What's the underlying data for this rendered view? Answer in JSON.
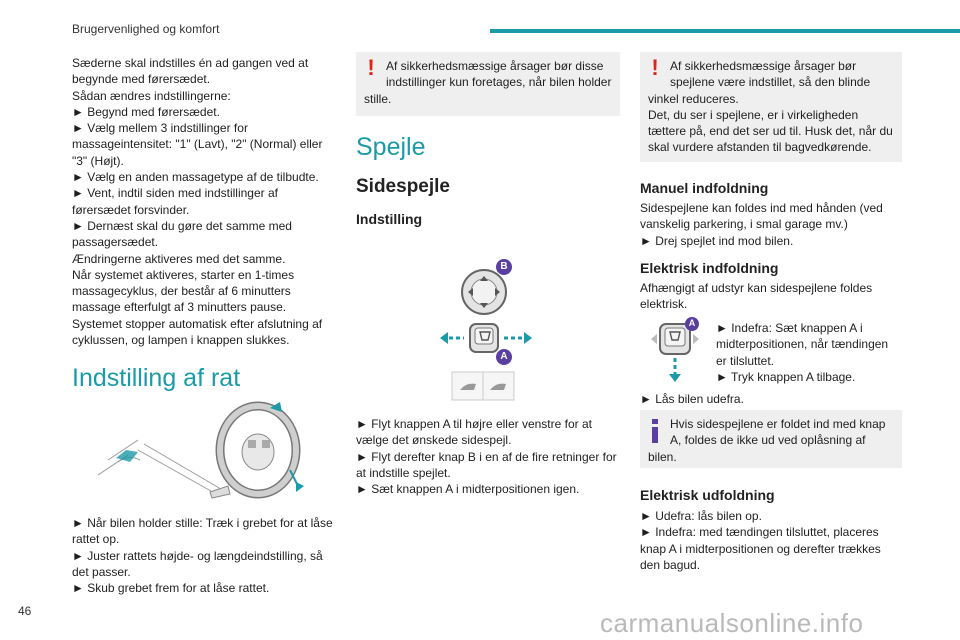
{
  "header": {
    "title": "Brugervenlighed og komfort"
  },
  "footer": {
    "page_number": "46",
    "watermark": "carmanualsonline.info"
  },
  "col1": {
    "intro_lines": [
      "Sæderne skal indstilles én ad gangen ved at begynde med førersædet.",
      "Sådan ændres indstillingerne:",
      "► Begynd med førersædet.",
      "► Vælg mellem 3 indstillinger for massageintensitet: \"1\" (Lavt), \"2\" (Normal) eller \"3\" (Højt).",
      "► Vælg en anden massagetype af de tilbudte.",
      "► Vent, indtil siden med indstillinger af førersædet forsvinder.",
      "► Dernæst skal du gøre det samme med passagersædet.",
      "Ændringerne aktiveres med det samme.",
      "Når systemet aktiveres, starter en 1-times massagecyklus, der består af 6 minutters massage efterfulgt af 3 minutters pause.",
      "Systemet stopper automatisk efter afslutning af cyklussen, og lampen i knappen slukkes."
    ],
    "steering_heading": "Indstilling af rat",
    "steering_lines": [
      "► Når bilen holder stille: Træk i grebet for at låse rattet op.",
      "► Juster rattets højde- og længdeindstilling, så det passer.",
      "► Skub grebet frem for at låse rattet."
    ]
  },
  "col2": {
    "warning_text": "Af sikkerhedsmæssige årsager bør disse indstillinger kun foretages, når bilen holder stille.",
    "mirrors_heading": "Spejle",
    "side_mirrors_heading": "Sidespejle",
    "adjust_heading": "Indstilling",
    "label_a": "A",
    "label_b": "B",
    "adjust_lines": [
      "► Flyt knappen A til højre eller venstre for at vælge det ønskede sidespejl.",
      "► Flyt derefter knap B i en af de fire retninger for at indstille spejlet.",
      "► Sæt knappen A i midterpositionen igen."
    ]
  },
  "col3": {
    "warning_lines": [
      "Af sikkerhedsmæssige årsager bør spejlene være indstillet, så den blinde vinkel reduceres.",
      "Det, du ser i spejlene, er i virkeligheden tættere på, end det ser ud til. Husk det, når du skal vurdere afstanden til bagvedkørende."
    ],
    "manual_heading": "Manuel indfoldning",
    "manual_lines": [
      "Sidespejlene kan foldes ind med hånden (ved vanskelig parkering, i smal garage mv.)",
      "► Drej spejlet ind mod bilen."
    ],
    "electric_fold_heading": "Elektrisk indfoldning",
    "electric_fold_intro": "Afhængigt af udstyr kan sidespejlene foldes elektrisk.",
    "label_a": "A",
    "electric_fold_steps": [
      "► Indefra: Sæt knappen A i midterpositionen, når tændingen er tilsluttet.",
      "► Tryk knappen A tilbage."
    ],
    "lock_line": "► Lås bilen udefra.",
    "info_text": "Hvis sidespejlene er foldet ind med knap A, foldes de ikke ud ved oplåsning af bilen.",
    "electric_unfold_heading": "Elektrisk udfoldning",
    "electric_unfold_lines": [
      "► Udefra: lås bilen op.",
      "► Indefra: med tændingen tilsluttet, placeres knap A i midterpositionen og derefter trækkes den bagud."
    ]
  },
  "colors": {
    "accent": "#1b9aa8",
    "warning": "#e2231a",
    "info": "#5b3fa0",
    "box_bg": "#efefef"
  }
}
